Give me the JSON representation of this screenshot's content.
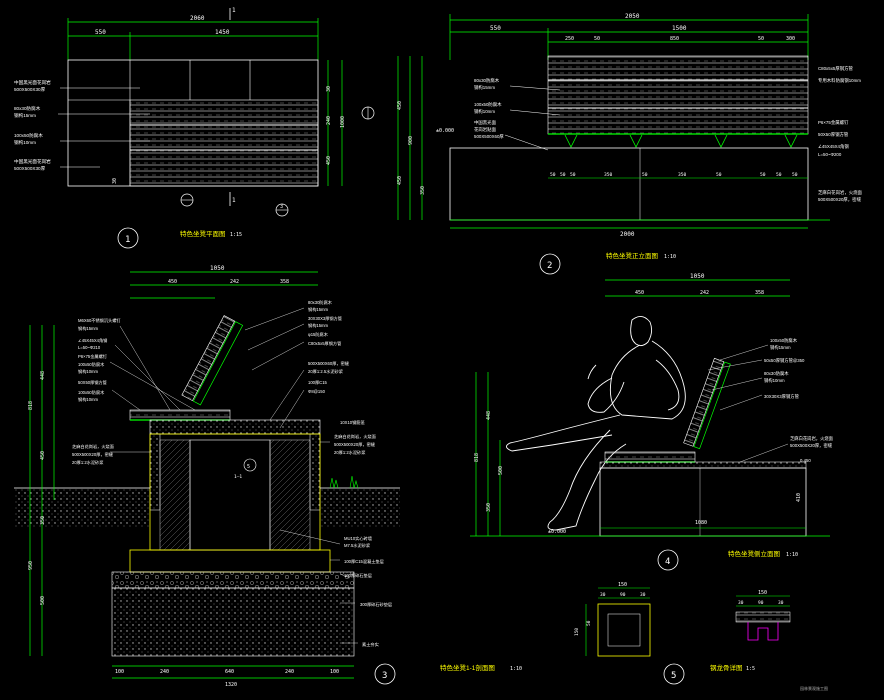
{
  "views": [
    {
      "num": "1",
      "title": "特色坐凳平面图",
      "scale": "1:15"
    },
    {
      "num": "2",
      "title": "特色坐凳正立面图",
      "scale": "1:10"
    },
    {
      "num": "3",
      "title": "特色坐凳1-1剖面图",
      "scale": "1:10"
    },
    {
      "num": "4",
      "title": "特色坐凳侧立面图",
      "scale": "1:10"
    },
    {
      "num": "5",
      "title": "钢龙骨详图",
      "scale": "1:5"
    }
  ],
  "plan_dims": {
    "total": "2060",
    "left": "550",
    "right": "1450",
    "r1": "30",
    "r2": "240",
    "r3": "1000",
    "r4": "450",
    "b1": "30"
  },
  "plan_labels": [
    "中国黑光面花岗岩",
    "500X500X30厚",
    "80x30防腐木",
    "钢构15mm",
    "100x50防腐木",
    "钢构10mm",
    "中国黑光面花岗岩",
    "500X500X30厚"
  ],
  "elev_dims": {
    "total": "2050",
    "a": "550",
    "b": "1500",
    "c1": "250",
    "c2": "50",
    "c3": "850",
    "c4": "50",
    "c5": "300",
    "bottom": "2000",
    "d": [
      "50",
      "50",
      "50",
      "350",
      "50",
      "350",
      "50",
      "50",
      "50",
      "50"
    ],
    "h1": "450",
    "h2": "900",
    "h3": "450",
    "h4": "350"
  },
  "elev_labels_left": [
    "80x30防腐木",
    "钢构15mm",
    "100x50防腐木",
    "钢构10mm",
    "中国黑光面",
    "花岗岩贴面",
    "500X500X60厚"
  ],
  "elev_labels_right": [
    "C80x5x5厚钢方管",
    "专用木料防腐钢10mm",
    "P6×75金属螺钉",
    "50X50厚钢方管",
    "∠45X45X4角钢",
    "L=50~Φ200",
    "芝麻白花岗岩，火烧面",
    "500X500X20厚，密缝",
    "±0.000"
  ],
  "sec_dims": {
    "top": "1050",
    "a": "450",
    "b": "242",
    "c": "358",
    "bot": [
      "100",
      "240",
      "640",
      "240",
      "100"
    ],
    "total": "1320",
    "left": [
      "448",
      "818",
      "450",
      "350",
      "950",
      "500"
    ]
  },
  "sec_labels_left": [
    "M6X60不锈钢沉头螺钉",
    "钢构15mm",
    "∠45X45X4角钢",
    "L=50~Φ210",
    "P6×75金属螺钉",
    "100x50防腐木",
    "钢构10mm",
    "50X50厚钢方管",
    "100x50防腐木",
    "钢构10mm",
    "芝麻白花岗岩，火烧面",
    "500X500X20厚，密缝",
    "20厚1:2水泥砂浆"
  ],
  "sec_labels_right": [
    "80x30防腐木",
    "钢构15mm",
    "30X30X3厚钢方管",
    "钢构15mm",
    "φ15防腐木",
    "C80x5x5厚钢方管",
    "500X500X60厚，密缝",
    "20厚1:2.5水泥砂浆",
    "100厚C15",
    "Φ8@150",
    "10X10钢筋笼",
    "芝麻白花岗岩，火烧面",
    "500X500X20厚，密缝",
    "20厚1:2水泥砂浆",
    "MU10实心砖墙",
    "M7.5水泥砂浆",
    "100厚C15混凝土垫层",
    "100厚碎石垫层",
    "300厚碎石砂垫层",
    "素土夯实"
  ],
  "side_dims": {
    "top": "1050",
    "a": "450",
    "b": "242",
    "c": "358",
    "bottom": "1080",
    "h": [
      "448",
      "818",
      "500",
      "350",
      "410"
    ]
  },
  "side_labels": [
    "100x50防腐木",
    "钢构15mm",
    "50x50厚钢方管@350",
    "80x30防腐木",
    "钢构10mm",
    "30X30X3厚钢方管",
    "芝麻白花岗岩，火烧面",
    "500X500X20厚，密缝",
    "0.450",
    "±0.000"
  ],
  "detail_dims": {
    "a": "150",
    "b": "30",
    "c": "90",
    "d": "30",
    "h1": "50",
    "h2": "150",
    "e": "150",
    "f": "30",
    "g": "90",
    "k": "30"
  },
  "misc": {
    "cut": "1",
    "ref5": "5",
    "ref3": "3",
    "section_mark": "1—1",
    "footer": "园林景观施工图"
  }
}
